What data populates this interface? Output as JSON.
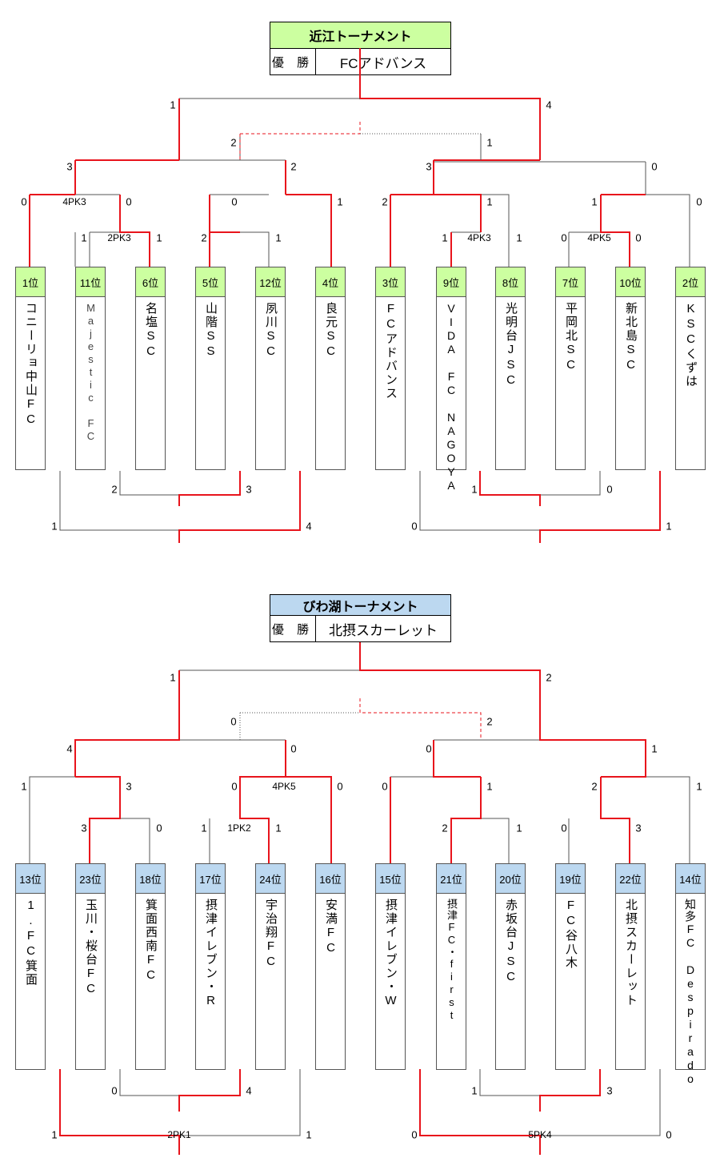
{
  "t1": {
    "title": "近江トーナメント",
    "winner_label": "優 勝",
    "winner": "FCアドバンス",
    "teams": [
      {
        "rank": "1位",
        "name": "コニーリョ中山FC"
      },
      {
        "rank": "11位",
        "name": "Majestic FC"
      },
      {
        "rank": "6位",
        "name": "名塩SC"
      },
      {
        "rank": "5位",
        "name": "山階SS"
      },
      {
        "rank": "12位",
        "name": "夙川SC"
      },
      {
        "rank": "4位",
        "name": "良元SC"
      },
      {
        "rank": "3位",
        "name": "FCアドバンス"
      },
      {
        "rank": "9位",
        "name": "VIDA FC NAGOYA"
      },
      {
        "rank": "8位",
        "name": "光明台JSC"
      },
      {
        "rank": "7位",
        "name": "平岡北SC"
      },
      {
        "rank": "10位",
        "name": "新北島SC"
      },
      {
        "rank": "2位",
        "name": "KSCくずは"
      }
    ],
    "scores": {
      "final_l": "1",
      "final_r": "4",
      "third_l": "2",
      "third_r": "1",
      "sf1_l": "3",
      "sf1_r": "2",
      "sf2_l": "3",
      "sf2_r": "0",
      "qf1_l": "0",
      "qf1_r": "0",
      "qf1_pk": "4PK3",
      "qf2_l": "0",
      "qf2_r": "1",
      "qf3_l": "2",
      "qf3_r": "1",
      "qf4_l": "1",
      "qf4_r": "0",
      "r1_l": "1",
      "r1_r": "1",
      "r1_pk": "2PK3",
      "r2_l": "2",
      "r2_r": "1",
      "r3_l": "1",
      "r3_r": "1",
      "r3_pk": "4PK3",
      "r4_l": "0",
      "r4_r": "0",
      "r4_pk": "4PK5",
      "c1_l": "2",
      "c1_r": "3",
      "c2_l": "1",
      "c2_r": "4",
      "c3_l": "1",
      "c3_r": "0",
      "c4_l": "0",
      "c4_r": "1"
    }
  },
  "t2": {
    "title": "びわ湖トーナメント",
    "winner_label": "優 勝",
    "winner": "北摂スカーレット",
    "teams": [
      {
        "rank": "13位",
        "name": "1.FC箕面"
      },
      {
        "rank": "23位",
        "name": "玉川・桜台FC"
      },
      {
        "rank": "18位",
        "name": "箕面西南FC"
      },
      {
        "rank": "17位",
        "name": "摂津イレブン・R"
      },
      {
        "rank": "24位",
        "name": "宇治翔FC"
      },
      {
        "rank": "16位",
        "name": "安満FC"
      },
      {
        "rank": "15位",
        "name": "摂津イレブン・W"
      },
      {
        "rank": "21位",
        "name": "摂津FC・first"
      },
      {
        "rank": "20位",
        "name": "赤坂台JSC"
      },
      {
        "rank": "19位",
        "name": "FC谷八木"
      },
      {
        "rank": "22位",
        "name": "北摂スカーレット"
      },
      {
        "rank": "14位",
        "name": "知多FC Despirado"
      }
    ],
    "scores": {
      "final_l": "1",
      "final_r": "2",
      "third_l": "0",
      "third_r": "2",
      "sf1_l": "4",
      "sf1_r": "0",
      "sf2_l": "0",
      "sf2_r": "1",
      "qf1_l": "1",
      "qf1_r": "3",
      "qf2_l": "0",
      "qf2_r": "0",
      "qf2_pk": "4PK5",
      "qf3_l": "0",
      "qf3_r": "1",
      "qf4_l": "2",
      "qf4_r": "1",
      "r1_l": "3",
      "r1_r": "0",
      "r2_l": "1",
      "r2_r": "1",
      "r2_pk": "1PK2",
      "r3_l": "2",
      "r3_r": "1",
      "r4_l": "0",
      "r4_r": "3",
      "c1_l": "0",
      "c1_r": "4",
      "c2_l": "1",
      "c2_r": "1",
      "c2_pk": "2PK1",
      "c3_l": "1",
      "c3_r": "3",
      "c4_l": "0",
      "c4_r": "0",
      "c4_pk": "5PK4"
    }
  },
  "colors": {
    "win": "#e8141c",
    "lose": "#555555"
  }
}
